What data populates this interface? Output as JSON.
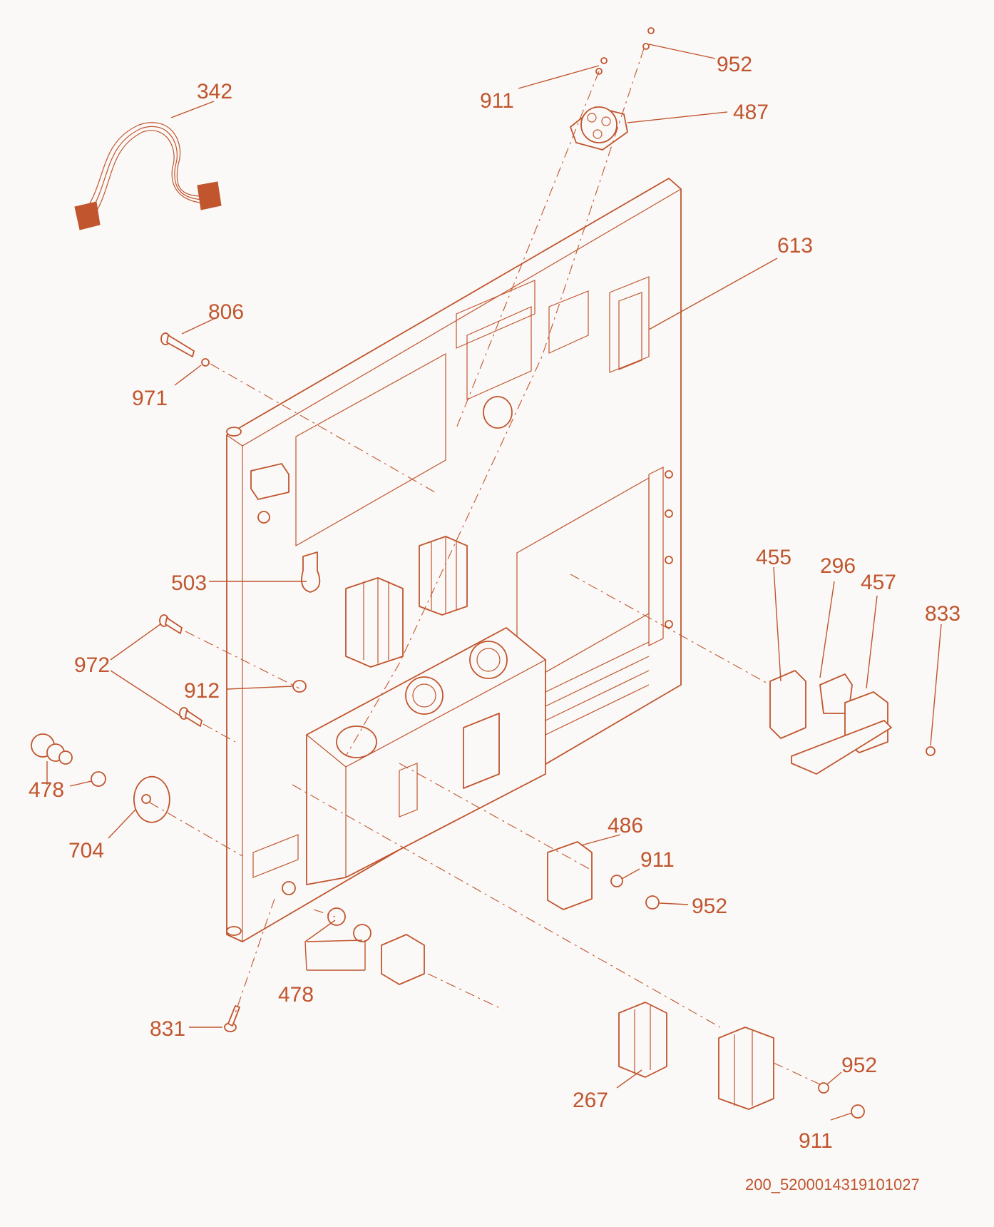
{
  "figure_code": "200_5200014319101027",
  "colors": {
    "line": "#c0552e",
    "background": "#fbf9f7"
  },
  "callouts": [
    {
      "id": "c342a",
      "label": "342"
    },
    {
      "id": "c952a",
      "label": "952"
    },
    {
      "id": "c911a",
      "label": "911"
    },
    {
      "id": "c487",
      "label": "487"
    },
    {
      "id": "c613",
      "label": "613"
    },
    {
      "id": "c806",
      "label": "806"
    },
    {
      "id": "c971",
      "label": "971"
    },
    {
      "id": "c503",
      "label": "503"
    },
    {
      "id": "c455",
      "label": "455"
    },
    {
      "id": "c296",
      "label": "296"
    },
    {
      "id": "c457",
      "label": "457"
    },
    {
      "id": "c833",
      "label": "833"
    },
    {
      "id": "c972",
      "label": "972"
    },
    {
      "id": "c912",
      "label": "912"
    },
    {
      "id": "c478a",
      "label": "478"
    },
    {
      "id": "c704",
      "label": "704"
    },
    {
      "id": "c486",
      "label": "486"
    },
    {
      "id": "c911b",
      "label": "911"
    },
    {
      "id": "c952b",
      "label": "952"
    },
    {
      "id": "c478b",
      "label": "478"
    },
    {
      "id": "c831",
      "label": "831"
    },
    {
      "id": "c952c",
      "label": "952"
    },
    {
      "id": "c267",
      "label": "267"
    },
    {
      "id": "c911c",
      "label": "911"
    }
  ]
}
